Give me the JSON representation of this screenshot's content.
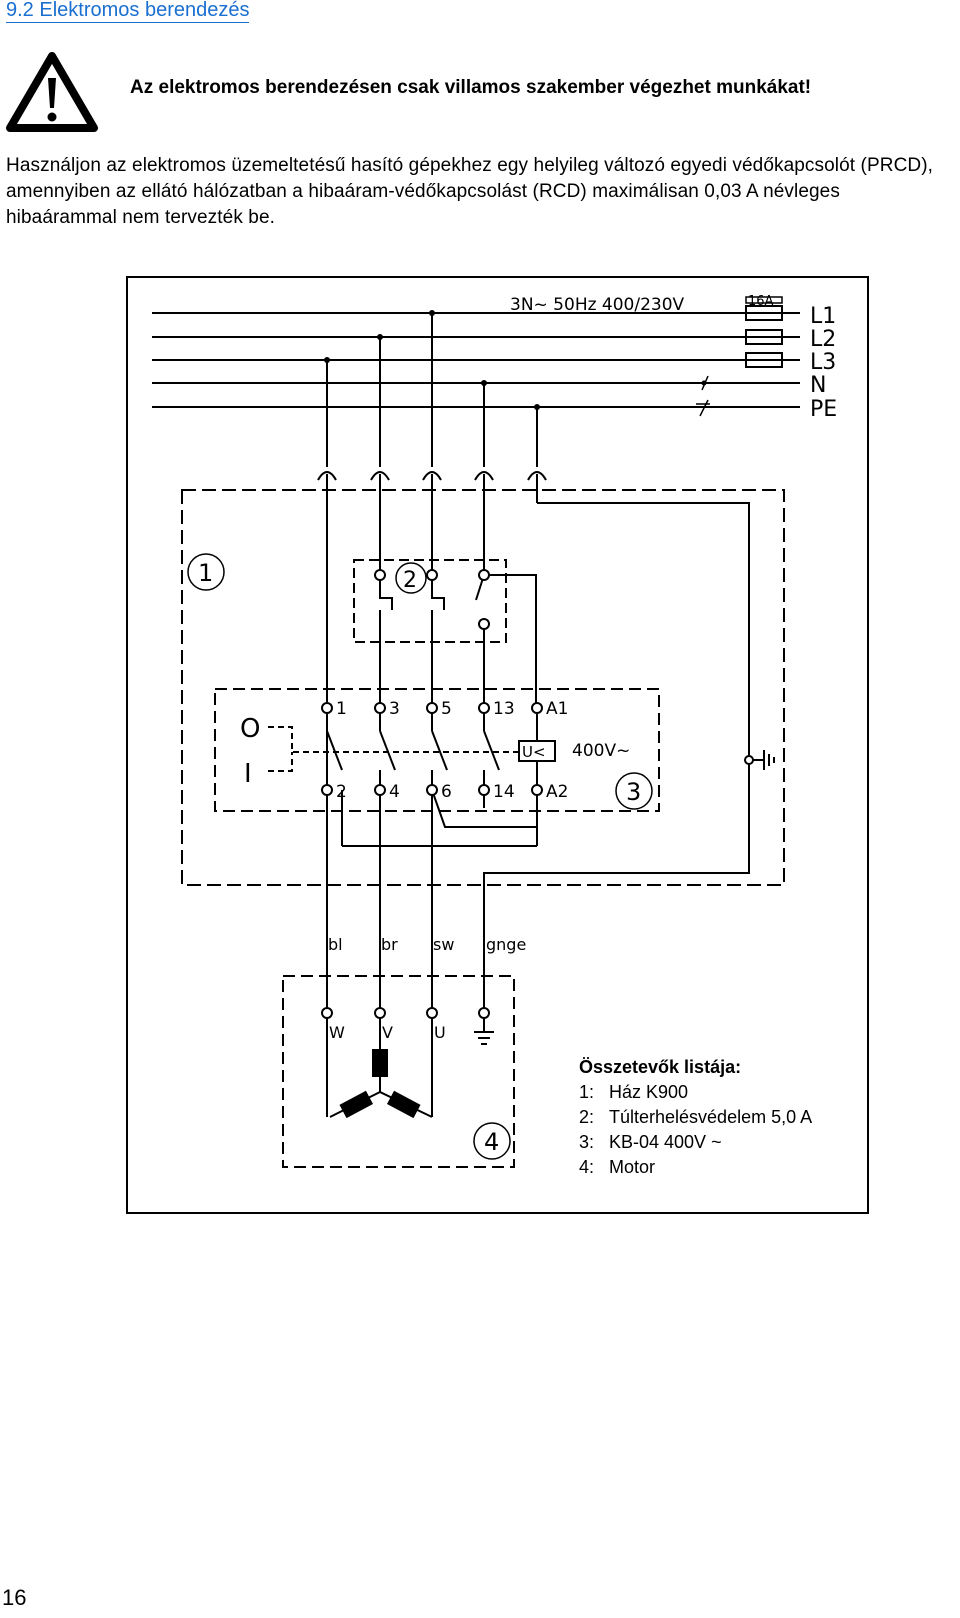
{
  "section": {
    "heading": "9.2 Elektromos berendezés",
    "warning": "Az elektromos berendezésen csak villamos szakember végezhet munkákat!",
    "paragraph": "Használjon az elektromos üzemeltetésű hasító gépekhez egy helyileg változó egyedi védőkapcsolót (PRCD), amennyiben az ellátó hálózatban a hibaáram-védőkapcsolást (RCD) maximálisan 0,03 A névleges hibaárammal nem tervezték be."
  },
  "diagram": {
    "supply": "3N~ 50Hz 400/230V",
    "fuse": "16A",
    "lines": [
      "L1",
      "L2",
      "L3",
      "N",
      "PE"
    ],
    "component_numbers": [
      "1",
      "2",
      "3",
      "4"
    ],
    "contact_top": [
      "1",
      "3",
      "5",
      "13",
      "A1"
    ],
    "contact_bottom": [
      "2",
      "4",
      "6",
      "14",
      "A2"
    ],
    "switch_labels": [
      "O",
      "I"
    ],
    "coil_label": "U<",
    "coil_voltage": "400V~",
    "wire_colors": [
      "bl",
      "br",
      "sw",
      "gnge"
    ],
    "motor_terminals": [
      "W",
      "V",
      "U"
    ]
  },
  "legend": {
    "title": "Összetevők listája:",
    "items": [
      {
        "num": "1:",
        "text": "Ház K900"
      },
      {
        "num": "2:",
        "text": "Túlterhelésvédelem 5,0 A"
      },
      {
        "num": "3:",
        "text": "KB-04 400V ~"
      },
      {
        "num": "4:",
        "text": "Motor"
      }
    ]
  },
  "page_number": "16"
}
